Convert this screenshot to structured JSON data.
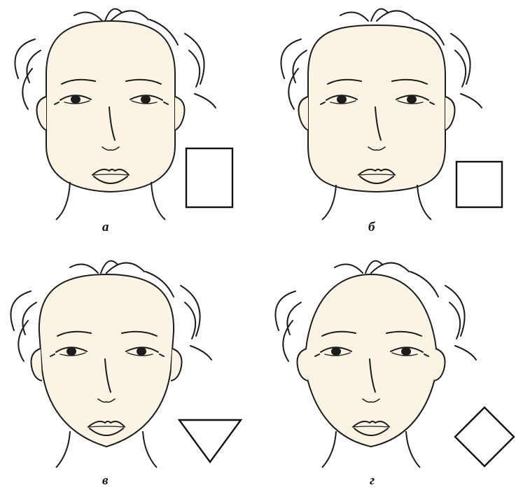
{
  "figure": {
    "panels": [
      {
        "id": "a",
        "label": "а",
        "face_shape": "rectangle",
        "shape_icon": "rectangle-icon"
      },
      {
        "id": "b",
        "label": "б",
        "face_shape": "square",
        "shape_icon": "square-icon"
      },
      {
        "id": "v",
        "label": "в",
        "face_shape": "inverted-triangle",
        "shape_icon": "inverted-triangle-icon"
      },
      {
        "id": "g",
        "label": "г",
        "face_shape": "diamond",
        "shape_icon": "diamond-icon"
      }
    ]
  },
  "colors": {
    "skin": "#fbf4e4",
    "line": "#1c1c1c",
    "background": "#ffffff"
  }
}
